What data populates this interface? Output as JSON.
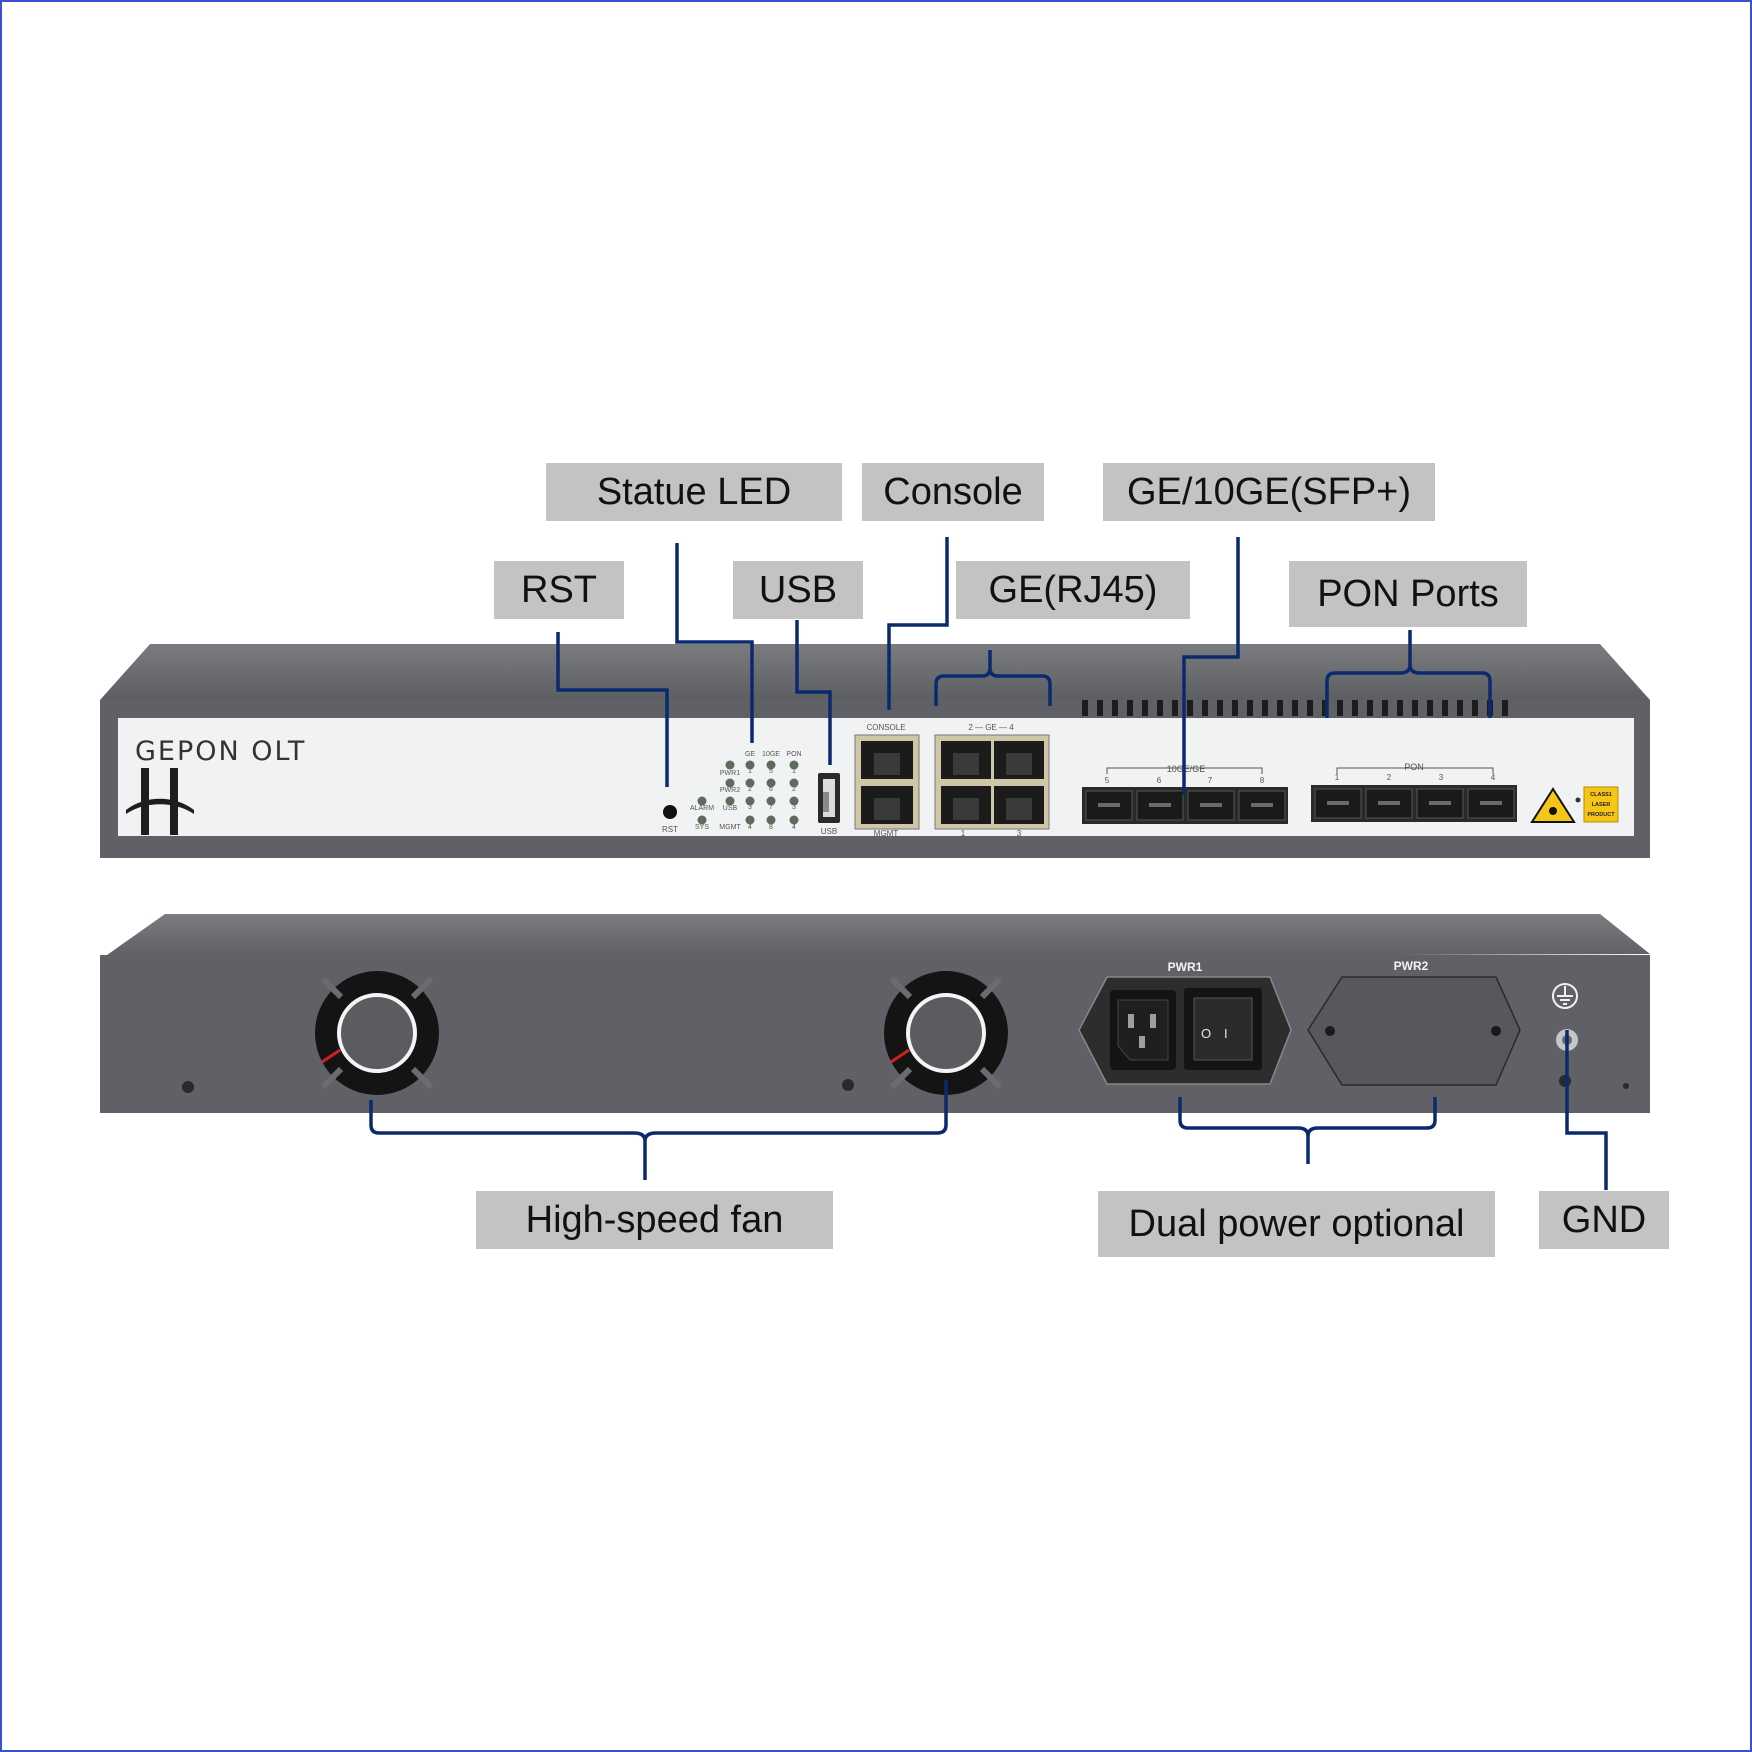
{
  "colors": {
    "leader_line": "#0a2a6e",
    "callout_bg": "#c3c3c3",
    "chassis": "#5f6166",
    "faceplate": "#f1f2f3",
    "frame": "#3b4fd1",
    "laser_label": "#f5c518"
  },
  "callouts": {
    "statue_led": "Statue LED",
    "console": "Console",
    "ge_10ge_sfp": "GE/10GE(SFP+)",
    "rst": "RST",
    "usb": "USB",
    "ge_rj45": "GE(RJ45)",
    "pon_ports": "PON Ports",
    "high_speed_fan": "High-speed fan",
    "dual_power": "Dual power optional",
    "gnd": "GND"
  },
  "front_panel": {
    "brand": "GEPON  OLT",
    "rst_label": "RST",
    "led_labels": {
      "alarm": "ALARM",
      "sys": "SYS",
      "pwr1": "PWR1",
      "pwr2": "PWR2",
      "usb": "USB",
      "mgmt": "MGMT",
      "ge": "GE",
      "ge10": "10GE",
      "pon": "PON",
      "ge_col": [
        "1",
        "2",
        "3",
        "4"
      ],
      "ge10_col": [
        "5",
        "6",
        "7",
        "8"
      ],
      "pon_col": [
        "1",
        "2",
        "3",
        "4"
      ]
    },
    "usb_label": "USB",
    "console_label": "CONSOLE",
    "mgmt_label": "MGMT",
    "ge_header": "2 — GE — 4",
    "ge_footer": [
      "1",
      "3"
    ],
    "sfp_header": "10GE/GE",
    "sfp_numbers": [
      "5",
      "6",
      "7",
      "8"
    ],
    "pon_header": "PON",
    "pon_numbers": [
      "1",
      "2",
      "3",
      "4"
    ],
    "laser_text": [
      "CLASS1",
      "LASER",
      "PRODUCT"
    ]
  },
  "rear_panel": {
    "pwr1_label": "PWR1",
    "pwr2_label": "PWR2",
    "switch_off": "O",
    "switch_on": "I"
  }
}
